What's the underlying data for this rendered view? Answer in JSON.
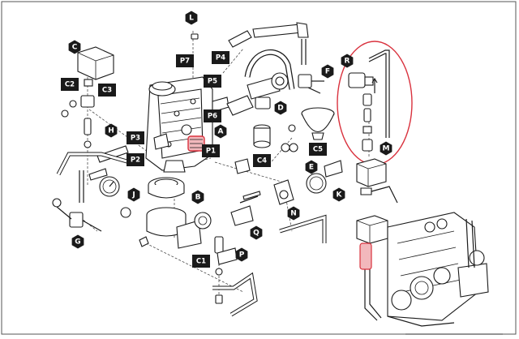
{
  "diagram": {
    "labels": {
      "L": "L",
      "P7": "P7",
      "P4": "P4",
      "P5": "P5",
      "P6": "P6",
      "C": "C",
      "C2": "C2",
      "C3": "C3",
      "H": "H",
      "P3": "P3",
      "P2": "P2",
      "A": "A",
      "P1": "P1",
      "D": "D",
      "F": "F",
      "R": "R",
      "C4": "C4",
      "C5": "C5",
      "E": "E",
      "M": "M",
      "J": "J",
      "B": "B",
      "K": "K",
      "N": "N",
      "G": "G",
      "Q": "Q",
      "C1": "C1",
      "P": "P"
    },
    "colors": {
      "label_fill": "#1a1a1a",
      "highlight": "#d9323e",
      "highlight_fill": "#f2b8bc"
    }
  }
}
